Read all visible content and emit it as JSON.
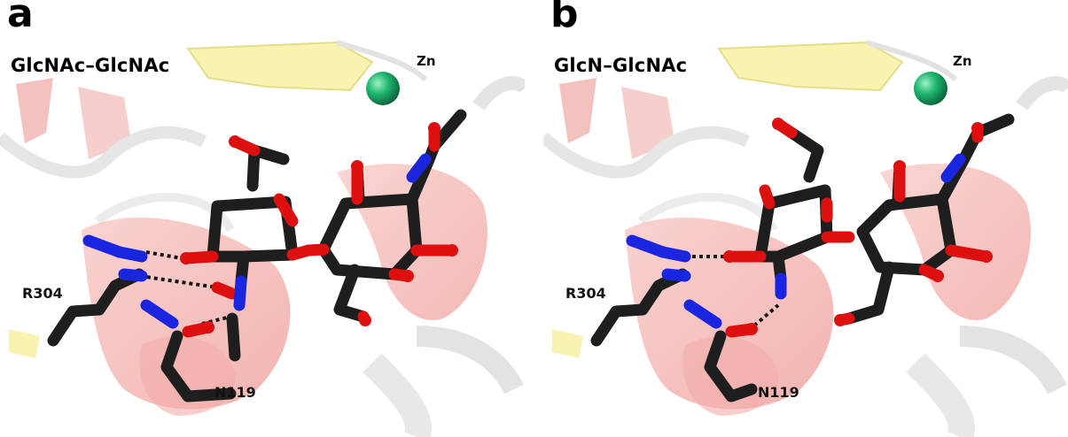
{
  "panels": [
    {
      "letter": "a",
      "title": "GlcNAc–GlcNAc",
      "labels": {
        "zn": "Zn",
        "r304": "R304",
        "n119": "N119"
      }
    },
    {
      "letter": "b",
      "title": "GlcN–GlcNAc",
      "labels": {
        "zn": "Zn",
        "r304": "R304",
        "n119": "N119"
      }
    }
  ],
  "colors": {
    "carbon": "#1e1e1e",
    "oxygen": "#dd0f0f",
    "nitrogen": "#1a25e0",
    "zinc": "#17a865",
    "helix": "#f2a7a3",
    "sheet": "#f8f2a8",
    "coil": "#e6e6e6"
  }
}
